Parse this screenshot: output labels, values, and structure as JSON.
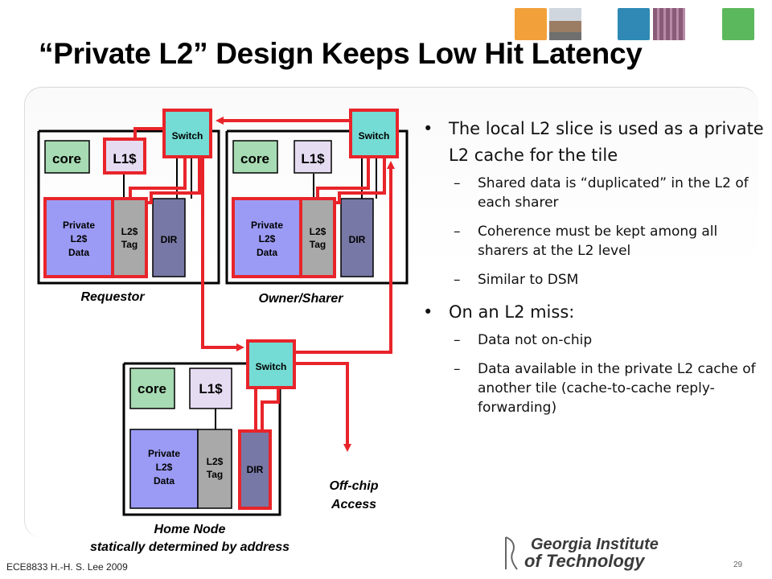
{
  "slide": {
    "title": "“Private L2” Design Keeps Low Hit Latency",
    "footer": "ECE8833 H.-H. S. Lee 2009",
    "page_number": "29",
    "logo_line1": "Georgia Institute",
    "logo_line2": "of Technology"
  },
  "header_squares": [
    {
      "name": "orange-square-icon",
      "color": "#f2a13a"
    },
    {
      "name": "campus-photo-square-icon",
      "color": "#b49a82"
    },
    {
      "name": "blue-square-icon",
      "color": "#2f89b4"
    },
    {
      "name": "chip-photo-square-icon",
      "color": "#8a5b78"
    },
    {
      "name": "green-square-icon",
      "color": "#5cb85c"
    }
  ],
  "diagram": {
    "tiles": [
      {
        "id": "requestor",
        "core": "core",
        "l1": "L1$",
        "private_l2": "Private\nL2$\nData",
        "l2_tag": "L2$\nTag",
        "dir": "DIR",
        "switch": "Switch",
        "label": "Requestor"
      },
      {
        "id": "owner",
        "core": "core",
        "l1": "L1$",
        "private_l2": "Private\nL2$\nData",
        "l2_tag": "L2$\nTag",
        "dir": "DIR",
        "switch": "Switch",
        "label": "Owner/Sharer"
      },
      {
        "id": "home",
        "core": "core",
        "l1": "L1$",
        "private_l2": "Private\nL2$\nData",
        "l2_tag": "L2$\nTag",
        "dir": "DIR",
        "switch": "Switch",
        "label": "Home Node\nstatically determined by address"
      }
    ],
    "offchip_label": "Off-chip\nAccess",
    "colors": {
      "core": "#a7dbb3",
      "l1": "#e6dcf2",
      "private_l2": "#9b9bf5",
      "l2_tag": "#a9a9a9",
      "dir": "#7878a6",
      "switch": "#74dcd4",
      "highlight": "#e8242a",
      "wire": "#000000"
    }
  },
  "bullets": [
    {
      "text": "The local L2 slice is used as a private L2 cache for the tile",
      "sub": [
        "Shared data is “duplicated” in the L2 of each sharer",
        "Coherence must be kept among all sharers at the L2 level",
        "Similar to DSM"
      ]
    },
    {
      "text": "On an L2 miss:",
      "sub": [
        "Data not on-chip",
        "Data available in the private L2 cache of another tile (cache-to-cache reply-forwarding)"
      ]
    }
  ]
}
